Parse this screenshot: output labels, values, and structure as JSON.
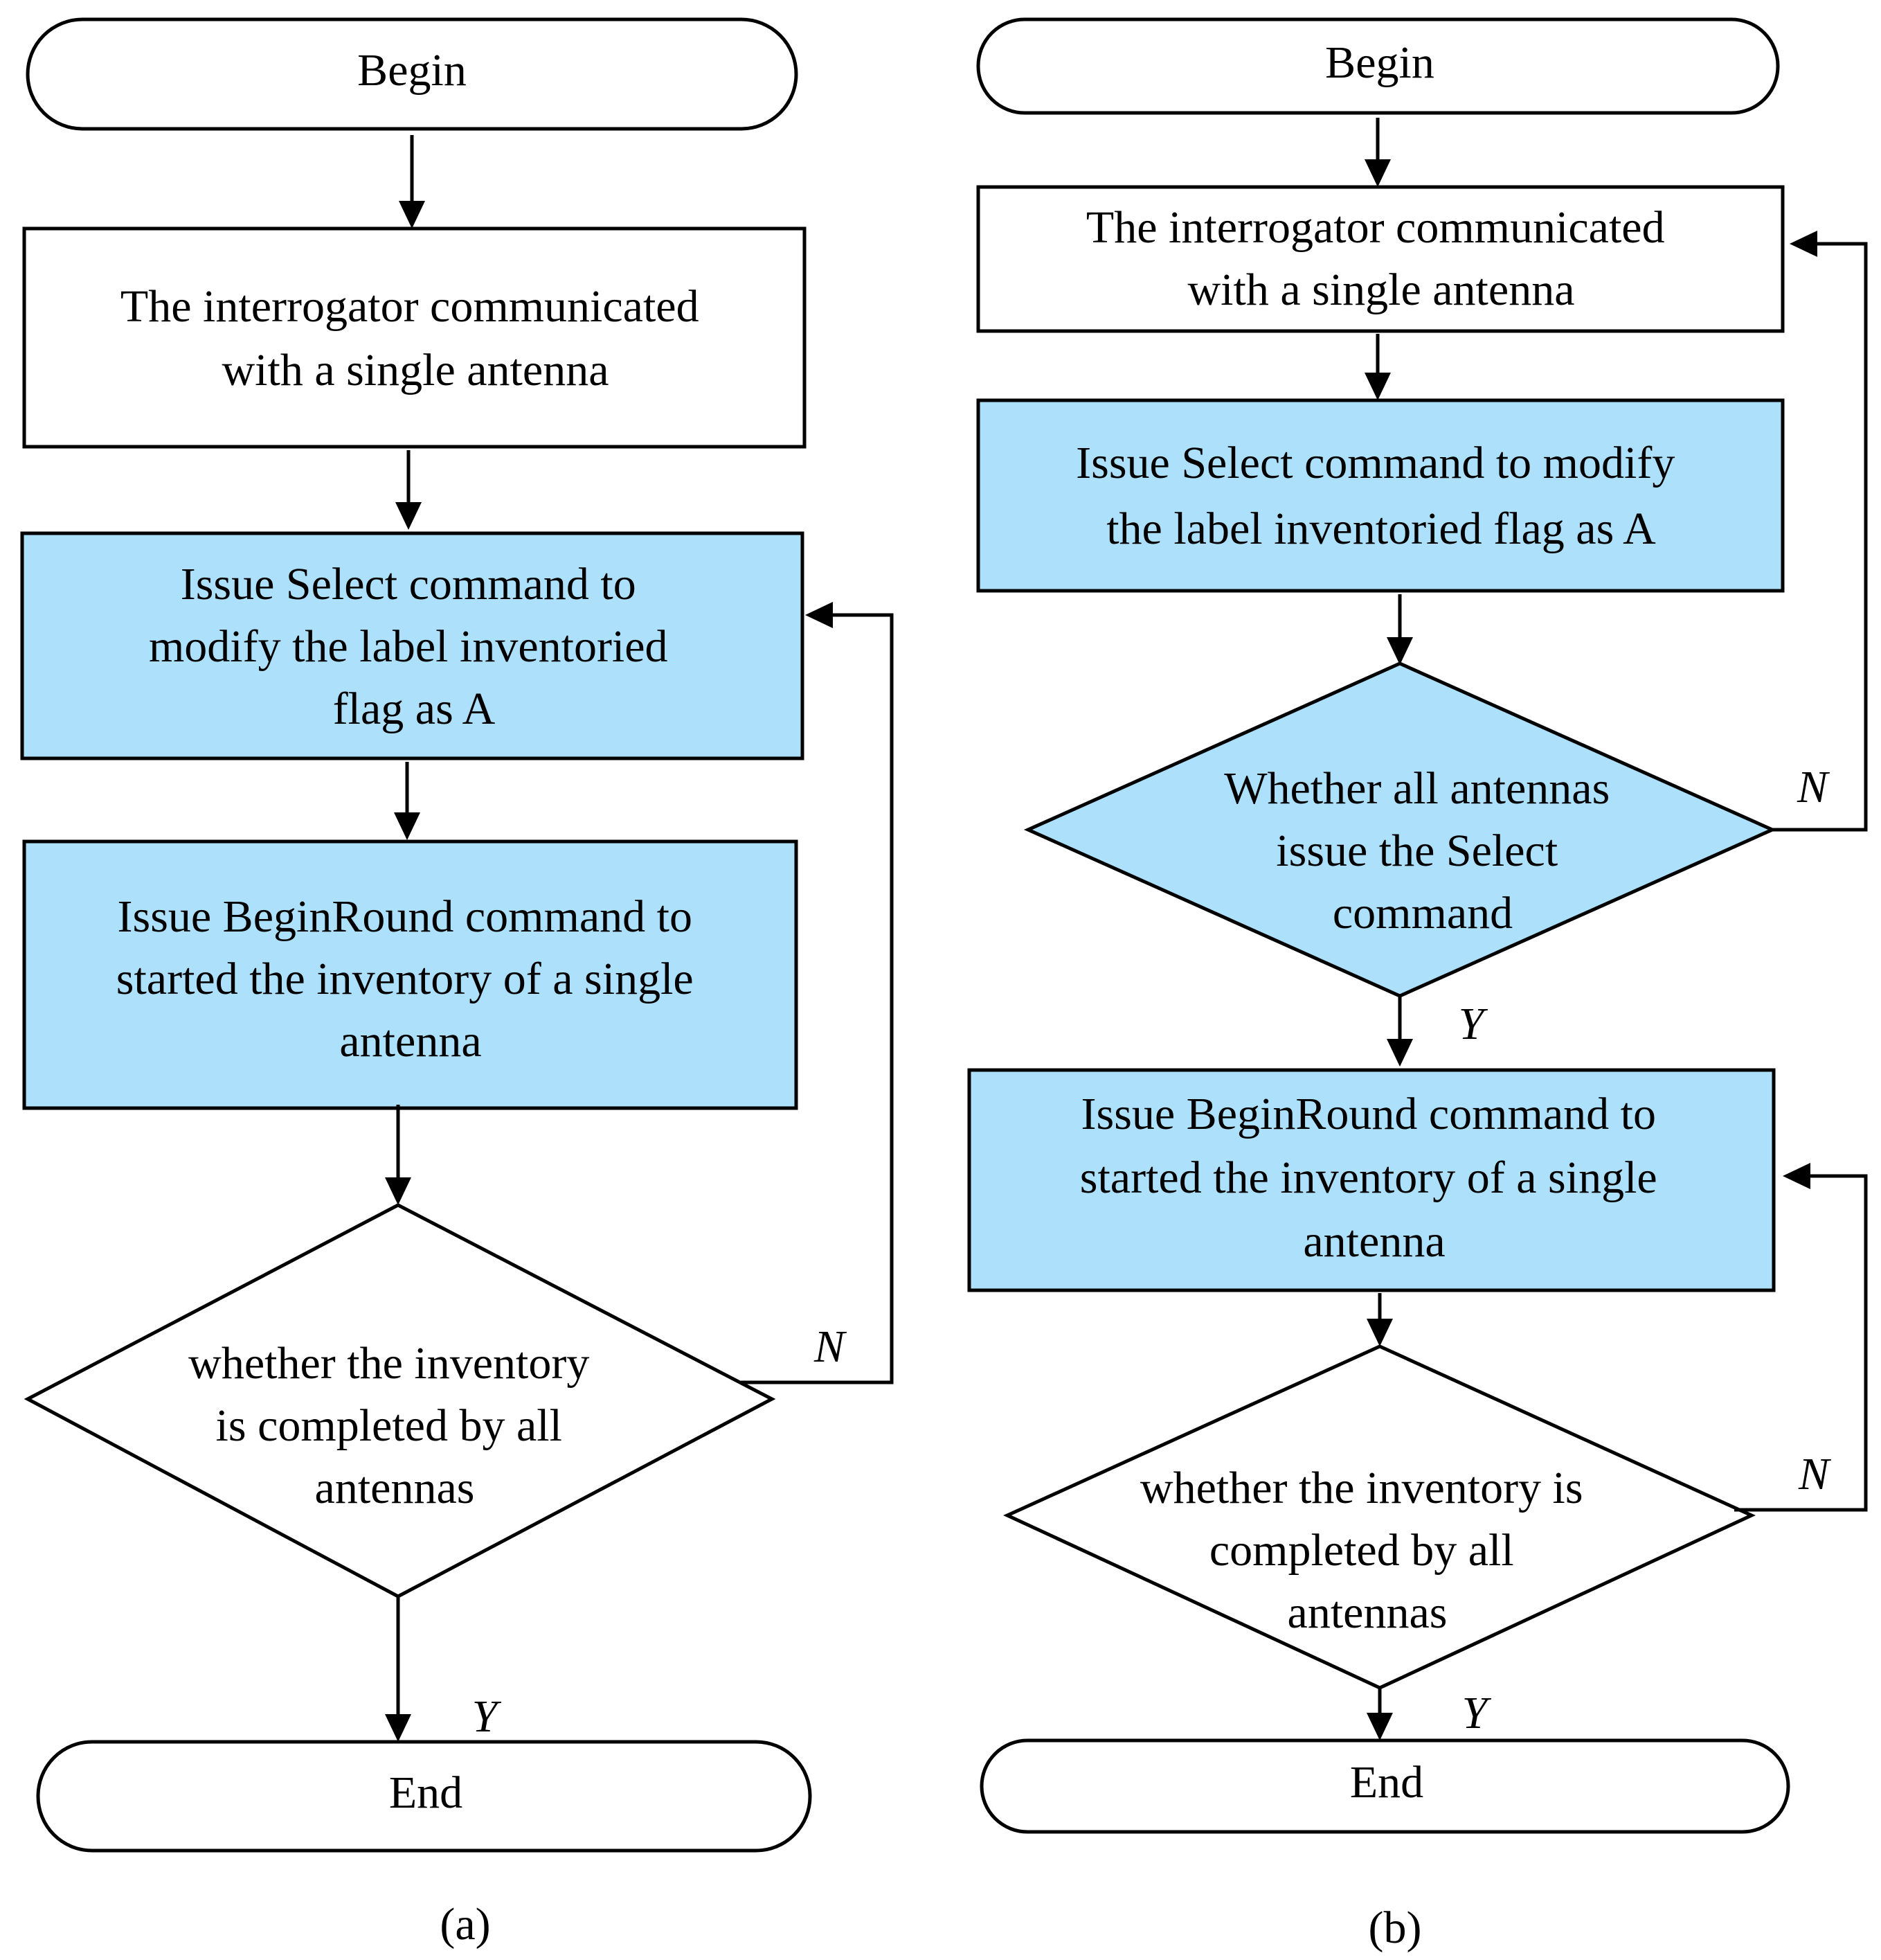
{
  "colors": {
    "fill_blue": "#ade0fb",
    "fill_white": "#ffffff",
    "line": "#000000"
  },
  "flow_a": {
    "begin": "Begin",
    "step1": [
      "The interrogator  communicated",
      "with a single  antenna"
    ],
    "step2": [
      "Issue Select command to",
      "modify the label  inventoried",
      "flag as A"
    ],
    "step3": [
      "Issue BeginRound command to",
      "started the inventory of a single",
      "antenna"
    ],
    "decision": [
      "whether the inventory",
      "is completed by all",
      "antennas"
    ],
    "no_label": "N",
    "yes_label": "Y",
    "end": "End",
    "caption": "(a)"
  },
  "flow_b": {
    "begin": "Begin",
    "step1": [
      "The interrogator   communicated",
      "with a single  antenna"
    ],
    "step2": [
      "Issue Select command to modify",
      "the label  inventoried flag as A"
    ],
    "decision1": [
      "Whether all antennas",
      "issue the Select",
      "command"
    ],
    "no_label_1": "N",
    "yes_label_1": "Y",
    "step3": [
      "Issue BeginRound command to",
      "started the inventory of a single",
      "antenna"
    ],
    "decision2": [
      "whether the inventory  is",
      "completed by all",
      "antennas"
    ],
    "no_label_2": "N",
    "yes_label_2": "Y",
    "end": "End",
    "caption": "(b)"
  }
}
